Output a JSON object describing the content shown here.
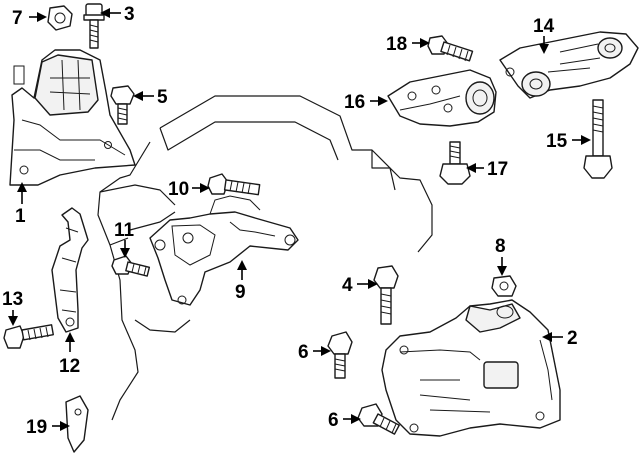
{
  "diagram": {
    "callouts": [
      {
        "id": "c1",
        "label": "1"
      },
      {
        "id": "c2",
        "label": "2"
      },
      {
        "id": "c3",
        "label": "3"
      },
      {
        "id": "c4",
        "label": "4"
      },
      {
        "id": "c5",
        "label": "5"
      },
      {
        "id": "c6a",
        "label": "6"
      },
      {
        "id": "c6b",
        "label": "6"
      },
      {
        "id": "c7",
        "label": "7"
      },
      {
        "id": "c8",
        "label": "8"
      },
      {
        "id": "c9",
        "label": "9"
      },
      {
        "id": "c10",
        "label": "10"
      },
      {
        "id": "c11",
        "label": "11"
      },
      {
        "id": "c12",
        "label": "12"
      },
      {
        "id": "c13",
        "label": "13"
      },
      {
        "id": "c14",
        "label": "14"
      },
      {
        "id": "c15",
        "label": "15"
      },
      {
        "id": "c16",
        "label": "16"
      },
      {
        "id": "c17",
        "label": "17"
      },
      {
        "id": "c18",
        "label": "18"
      },
      {
        "id": "c19",
        "label": "19"
      }
    ]
  }
}
